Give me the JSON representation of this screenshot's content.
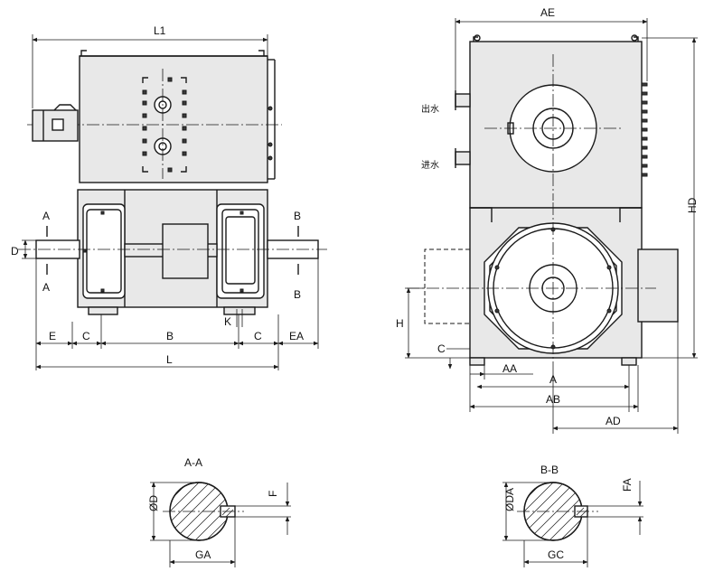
{
  "dims": {
    "L1": "L1",
    "L": "L",
    "E": "E",
    "C": "C",
    "B": "B",
    "EA": "EA",
    "K": "K",
    "D": "D",
    "AE": "AE",
    "HD": "HD",
    "H": "H",
    "AA": "AA",
    "A": "A",
    "AB": "AB",
    "AD": "AD"
  },
  "sections": {
    "a_letter": "A",
    "b_letter": "B",
    "aa_title": "A-A",
    "bb_title": "B-B",
    "OD": "ØD",
    "GA": "GA",
    "F": "F",
    "ODA": "ØDA",
    "GC": "GC",
    "FA": "FA"
  },
  "water": {
    "outlet": "出水",
    "inlet": "进水"
  },
  "colors": {
    "line": "#1a1a1a",
    "fill": "#e8e8e8"
  }
}
